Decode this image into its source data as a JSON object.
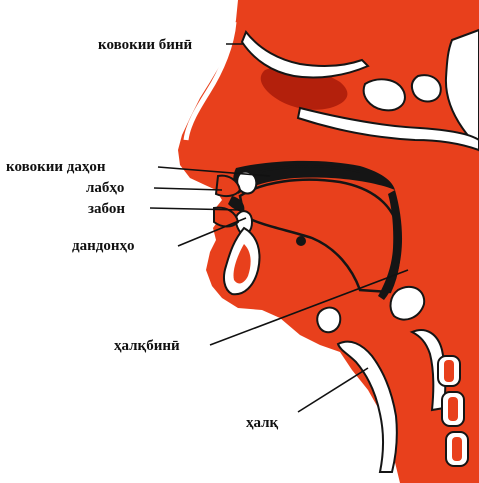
{
  "colors": {
    "tissue": "#e8401c",
    "tissue_dark": "#b3200c",
    "cavity_black": "#151515",
    "cavity_white": "#ffffff",
    "text": "#111111"
  },
  "labels": {
    "nasal_cavity": "ковокии бинӣ",
    "oral_cavity": "ковокии даҳон",
    "lips": "лабҳо",
    "tongue": "забон",
    "teeth": "дандонҳо",
    "nasopharynx": "ҳалқбинӣ",
    "pharynx": "ҳалқ"
  }
}
